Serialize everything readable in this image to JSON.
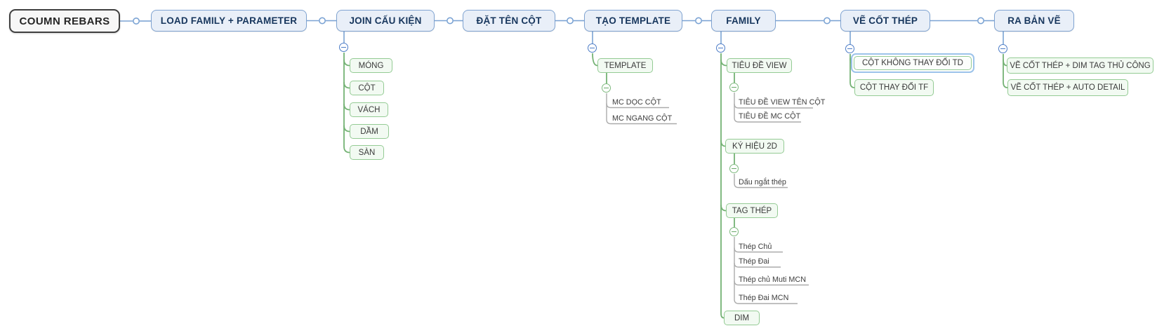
{
  "map": {
    "root": {
      "label": "COUMN REBARS"
    },
    "topics": [
      {
        "label": "LOAD FAMILY + PARAMETER"
      },
      {
        "label": "JOIN CẤU KIỆN",
        "children": [
          {
            "label": "MÓNG"
          },
          {
            "label": "CỘT"
          },
          {
            "label": "VÁCH"
          },
          {
            "label": "DẦM"
          },
          {
            "label": "SÀN"
          }
        ]
      },
      {
        "label": "ĐẶT TÊN CỘT"
      },
      {
        "label": "TẠO TEMPLATE",
        "children": [
          {
            "label": "TEMPLATE",
            "children": [
              {
                "label": "MC DỌC CỘT"
              },
              {
                "label": "MC NGANG CỘT"
              }
            ]
          }
        ]
      },
      {
        "label": "FAMILY",
        "children": [
          {
            "label": "TIÊU ĐỀ VIEW",
            "children": [
              {
                "label": "TIÊU ĐỀ VIEW TÊN CỘT"
              },
              {
                "label": "TIÊU ĐỀ MC CỘT"
              }
            ]
          },
          {
            "label": "KÝ HIỆU 2D",
            "children": [
              {
                "label": "Dấu ngắt thép"
              }
            ]
          },
          {
            "label": "TAG THÉP",
            "children": [
              {
                "label": "Thép Chủ"
              },
              {
                "label": "Thép Đai"
              },
              {
                "label": "Thép chủ Muti MCN"
              },
              {
                "label": "Thép Đai MCN"
              }
            ]
          },
          {
            "label": "DIM"
          }
        ]
      },
      {
        "label": "VẼ CỐT THÉP",
        "children": [
          {
            "label": "CỘT KHÔNG THAY ĐỔI TD",
            "selected": true
          },
          {
            "label": "CỘT THAY ĐỔI TF"
          }
        ]
      },
      {
        "label": "RA BẢN VẼ",
        "children": [
          {
            "label": "VẼ CỐT THÉP + DIM TAG THỦ CÔNG"
          },
          {
            "label": "VẼ CỐT THÉP + AUTO DETAIL"
          }
        ]
      }
    ],
    "colors": {
      "root_border": "#404040",
      "root_fill": "#f7f7f7",
      "main_border": "#7fa3d1",
      "main_fill": "#e9eff8",
      "main_text": "#17365d",
      "green_border": "#94cb94",
      "green_fill": "#f2faf2",
      "branch_green": "#74b274",
      "connector_blue": "#7ba3d4",
      "leaf_line_gray": "#ababab",
      "selection_ring": "#9cc3ea"
    }
  }
}
